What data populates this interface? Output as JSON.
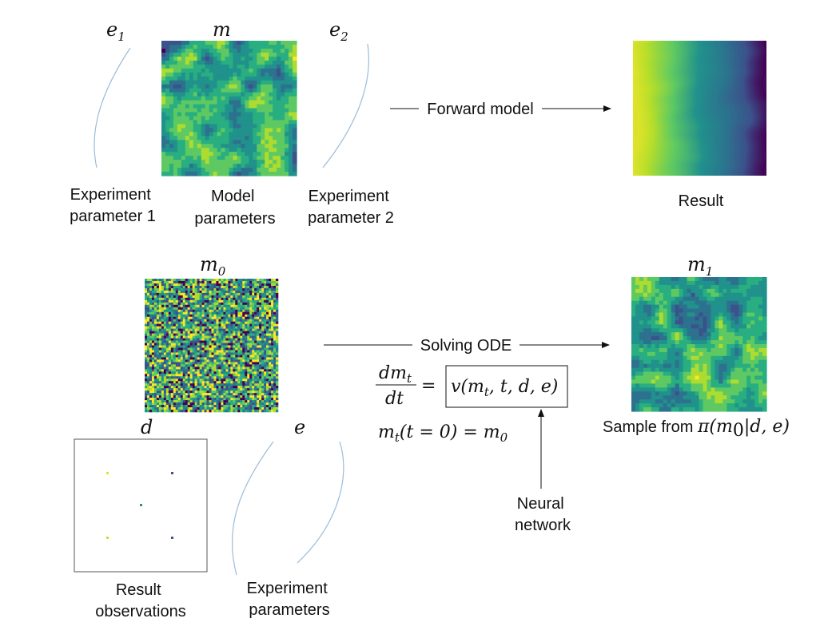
{
  "top": {
    "e1": {
      "base": "e",
      "sub": "1"
    },
    "m": {
      "base": "m"
    },
    "e2": {
      "base": "e",
      "sub": "2"
    },
    "label_exp1": [
      "Experiment",
      "parameter 1"
    ],
    "label_model": [
      "Model",
      "parameters"
    ],
    "label_exp2": [
      "Experiment",
      "parameter 2"
    ],
    "arrow_label": "Forward model",
    "result_label": "Result"
  },
  "bottom": {
    "m0": {
      "base": "m",
      "sub": "0"
    },
    "m1": {
      "base": "m",
      "sub": "1"
    },
    "d": {
      "base": "d"
    },
    "e": {
      "base": "e"
    },
    "arrow_label": "Solving ODE",
    "equation": {
      "numerator": "dm",
      "numerator_sub": "t",
      "denominator": "dt",
      "equals": "=",
      "rhs": "v(m",
      "rhs_sub": "t",
      "rhs_tail": ", t, d, e)",
      "initial_lhs": "m",
      "initial_sub": "t",
      "initial_mid": "(t = 0) = m",
      "initial_sub2": "0"
    },
    "nn_label": [
      "Neural",
      "network"
    ],
    "label_result_obs": [
      "Result",
      "observations"
    ],
    "label_exp_params": [
      "Experiment",
      "parameters"
    ],
    "sample_label": {
      "text": "Sample from ",
      "math": "π(m",
      "math_sub": "0",
      "math_tail": "|d, e)"
    }
  },
  "colors": {
    "viridis_dark": "#440154",
    "viridis_blue": "#3b528b",
    "viridis_teal": "#21918c",
    "viridis_green": "#5ec962",
    "viridis_yellow": "#fde725",
    "curve": "#9bbcd8"
  }
}
